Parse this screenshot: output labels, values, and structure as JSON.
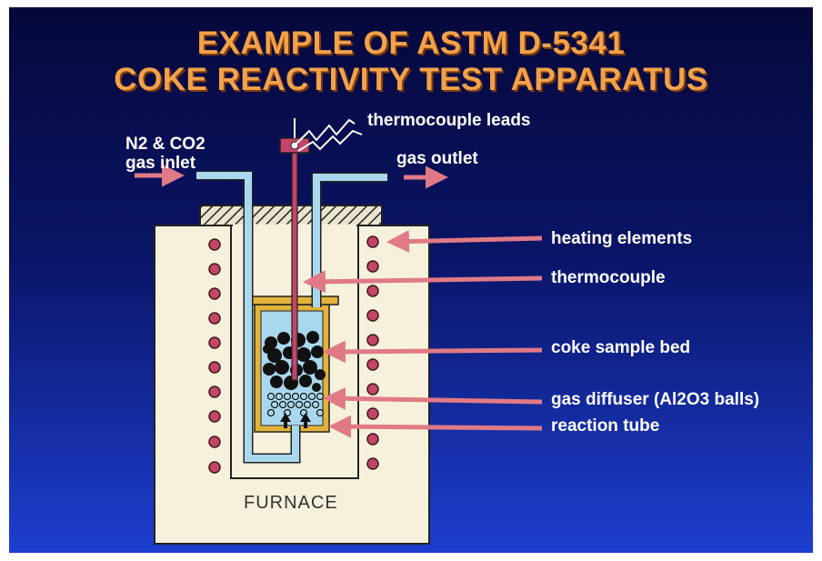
{
  "title": {
    "line1": "EXAMPLE OF ASTM D-5341",
    "line2": "COKE REACTIVITY TEST APPARATUS"
  },
  "labels": {
    "gas_inlet_formula": "N2 & CO2",
    "gas_inlet_text": "gas inlet",
    "gas_outlet": "gas outlet",
    "thermocouple_leads": "thermocouple leads",
    "heating_elements": "heating elements",
    "thermocouple": "thermocouple",
    "coke_sample_bed": "coke sample bed",
    "gas_diffuser": "gas diffuser (Al2O3 balls)",
    "reaction_tube": "reaction tube",
    "furnace": "FURNACE"
  },
  "colors": {
    "title": "#f3a24a",
    "furnace_body": "#f6f1dc",
    "gas_tube": "#a9d8ee",
    "reaction_tube": "#e2b23a",
    "heating_element": "#c4446a",
    "arrow": "#e07a86",
    "coke": "#111111"
  }
}
